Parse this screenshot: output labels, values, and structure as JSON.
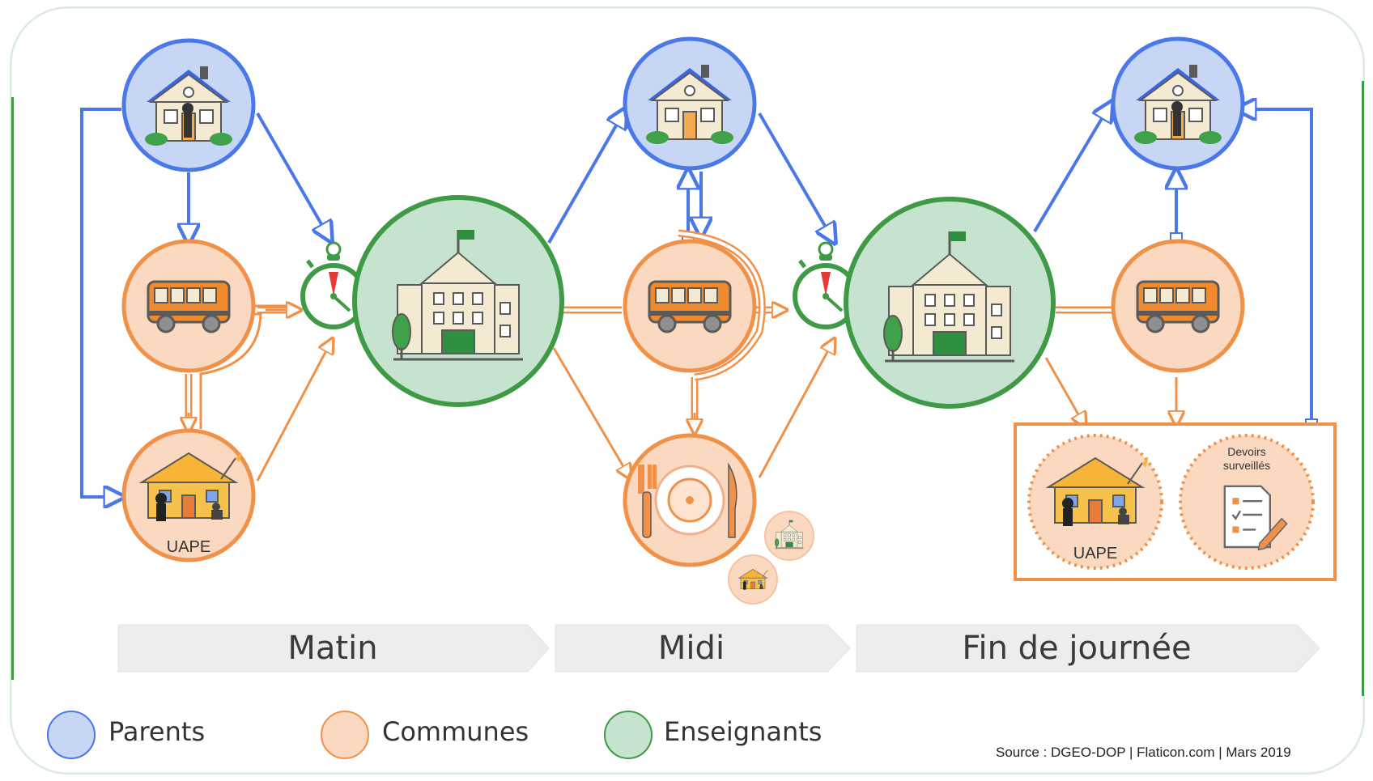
{
  "phases": [
    "Matin",
    "Midi",
    "Fin de journée"
  ],
  "legend": [
    {
      "label": "Parents",
      "color": "#c8d6f5",
      "border": "#4a78e8"
    },
    {
      "label": "Communes",
      "color": "#fbd8c0",
      "border": "#f0914a"
    },
    {
      "label": "Enseignants",
      "color": "#c6e3cf",
      "border": "#3f9a46"
    }
  ],
  "nodes": {
    "uape_label": "UAPE",
    "devoirs_label_1": "Devoirs",
    "devoirs_label_2": "surveillés"
  },
  "source": "Source : DGEO-DOP | Flaticon.com | Mars 2019",
  "colors": {
    "parents": "#4a78e8",
    "communes": "#f0914a",
    "enseignants": "#3f9a46"
  }
}
